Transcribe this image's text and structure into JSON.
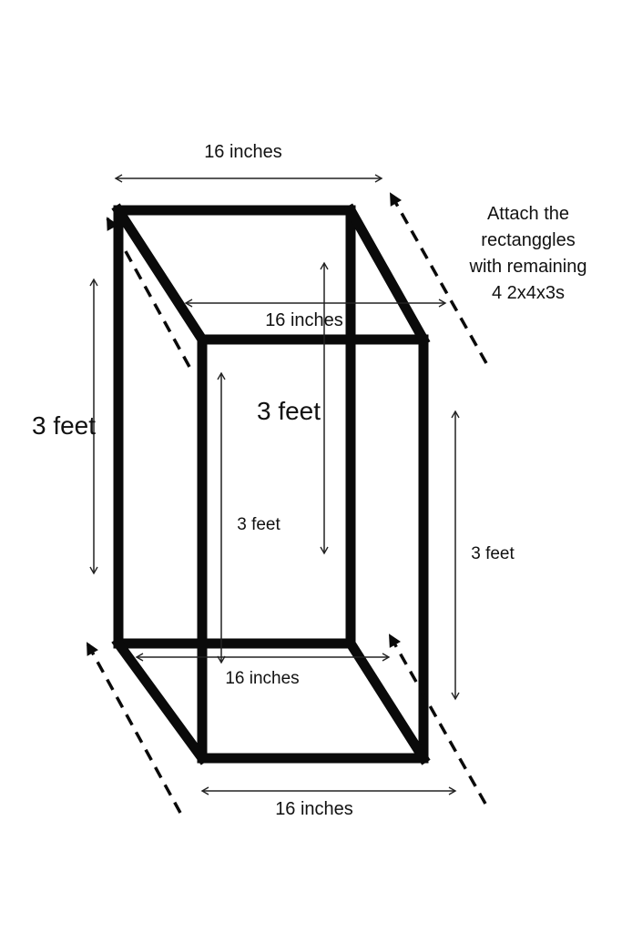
{
  "diagram": {
    "labels": {
      "top_width": "16 inches",
      "top_face_width": "16 inches",
      "left_height": "3 feet",
      "center_height": "3 feet",
      "inner_height": "3 feet",
      "right_height": "3 feet",
      "back_bottom_width": "16 inches",
      "front_bottom_width": "16 inches"
    },
    "note": {
      "line1": "Attach the",
      "line2": "rectanggles",
      "line3": "with remaining",
      "line4": "4 2x4x3s"
    },
    "colors": {
      "line": "#0a0a0a",
      "text": "#111111",
      "background": "#ffffff"
    }
  }
}
